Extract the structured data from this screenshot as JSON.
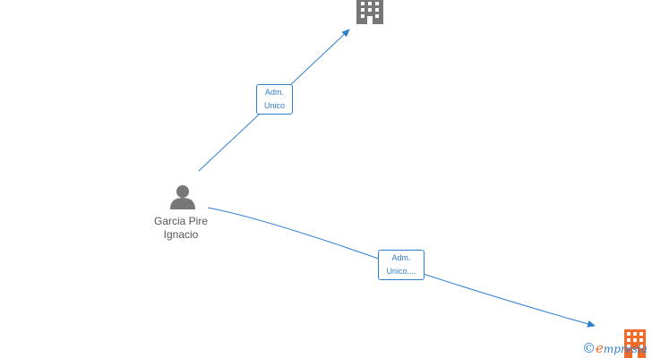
{
  "nodes": {
    "person": {
      "name_line1": "Garcia Pire",
      "name_line2": "Ignacio",
      "icon": "person-icon"
    },
    "company_top": {
      "icon": "building-icon"
    },
    "company_bottom": {
      "icon": "building-icon"
    }
  },
  "edges": [
    {
      "from": "person",
      "to": "company_top",
      "label_line1": "Adm.",
      "label_line2": "Unico"
    },
    {
      "from": "person",
      "to": "company_bottom",
      "label_line1": "Adm.",
      "label_line2": "Unico,..."
    }
  ],
  "watermark": {
    "copyright_symbol": "©",
    "brand_letter": "e",
    "brand_text": "mpresia"
  },
  "colors": {
    "edge": "#2f7fd0",
    "node_icon": "#777777",
    "node_icon_highlight": "#f06a2a",
    "label_text": "#555555"
  }
}
